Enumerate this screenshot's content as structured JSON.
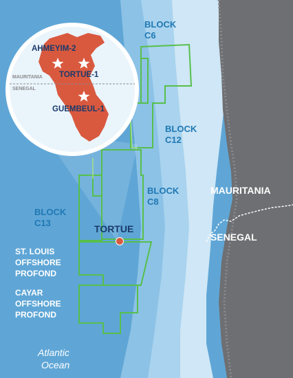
{
  "labels": {
    "block_c6_line1": "BLOCK",
    "block_c6_line2": "C6",
    "block_c12_line1": "BLOCK",
    "block_c12_line2": "C12",
    "block_c8_line1": "BLOCK",
    "block_c8_line2": "C8",
    "block_c13_line1": "BLOCK",
    "block_c13_line2": "C13",
    "st_louis_line1": "ST. LOUIS",
    "st_louis_line2": "OFFSHORE",
    "st_louis_line3": "PROFOND",
    "cayar_line1": "CAYAR",
    "cayar_line2": "OFFSHORE",
    "cayar_line3": "PROFOND",
    "tortue": "TORTUE",
    "mauritania": "MAURITANIA",
    "senegal": "SENEGAL",
    "ocean_line1": "Atlantic",
    "ocean_line2": "Ocean"
  },
  "inset": {
    "ahmeyim": "AHMEYIM-2",
    "tortue": "TORTUE-1",
    "guembeul": "GUEMBEUL-1",
    "mauritania": "MAURITANIA",
    "senegal": "SENEGAL"
  },
  "colors": {
    "deep_sea": "#5fa6d6",
    "shelf_sea": "#a9d3ee",
    "shallow_sea": "#cfe7f6",
    "land": "#6e6f72",
    "block_outline": "#57bf4b",
    "block_outline_light": "#a8e08c",
    "field": "#d9593f",
    "label_blue": "#1f78b4",
    "label_white": "#ffffff",
    "ocean_label": "#ffffff"
  }
}
